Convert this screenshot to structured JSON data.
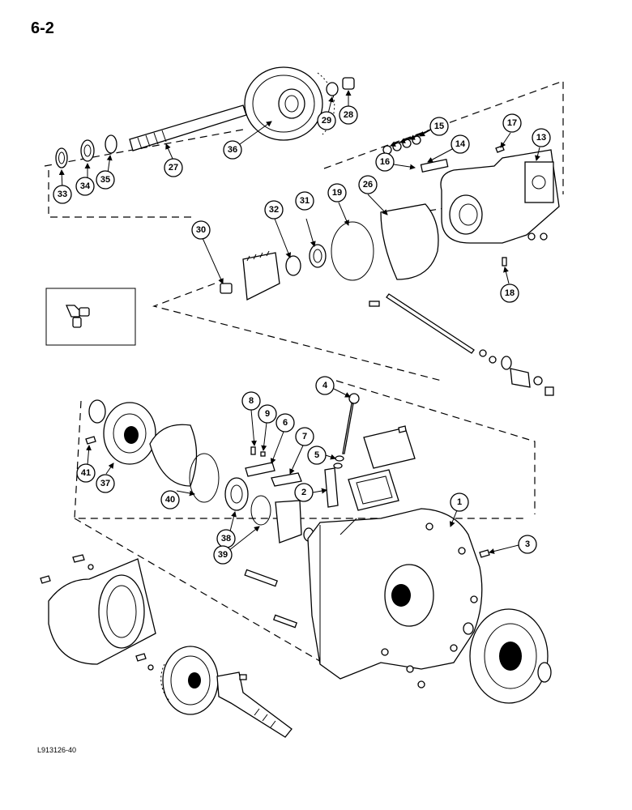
{
  "page": {
    "number": "6-2",
    "drawing_code": "L913126-40"
  },
  "callouts": [
    "1",
    "2",
    "3",
    "4",
    "5",
    "6",
    "7",
    "8",
    "9",
    "13",
    "14",
    "15",
    "16",
    "17",
    "18",
    "19",
    "26",
    "27",
    "28",
    "29",
    "30",
    "31",
    "32",
    "33",
    "34",
    "35",
    "36",
    "37",
    "38",
    "39",
    "40",
    "41"
  ]
}
